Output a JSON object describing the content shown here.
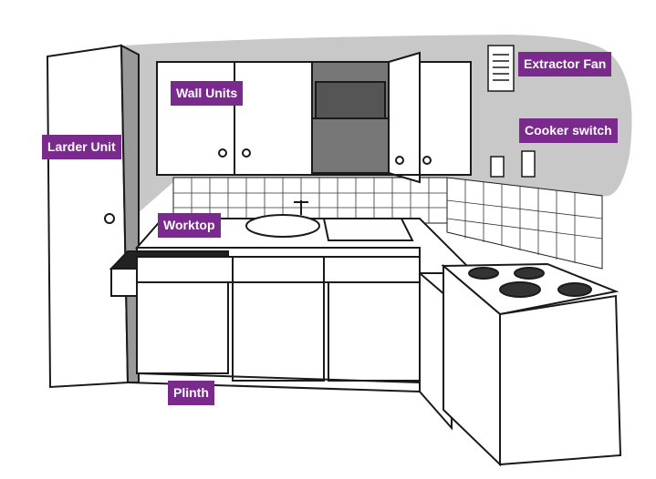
{
  "labels": {
    "extractor_fan": "Extractor Fan",
    "cooker_switch": "Cooker switch",
    "wall_units": "Wall Units",
    "larder_unit": "Larder Unit",
    "worktop": "Worktop",
    "plinth": "Plinth"
  },
  "colors": {
    "label_bg": "#7a2a8c",
    "label_text": "#ffffff",
    "wall_grey": "#c8c8c8",
    "ink": "#1a1a1a"
  }
}
